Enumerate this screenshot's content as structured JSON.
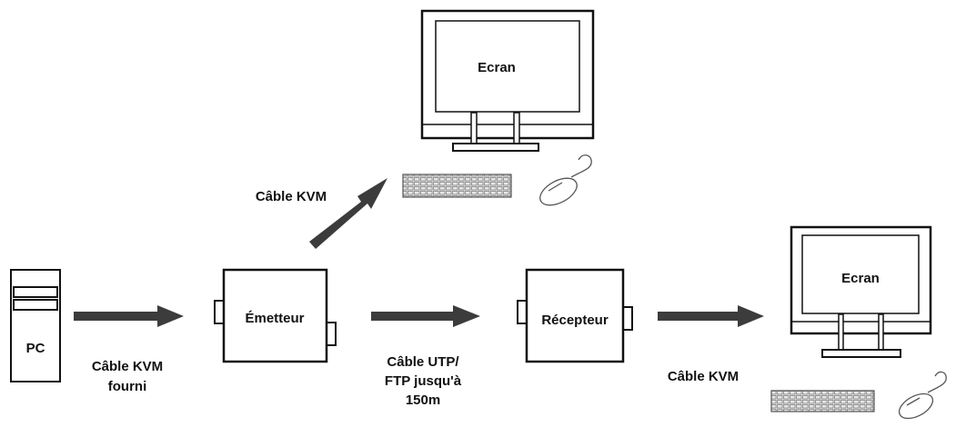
{
  "labels": {
    "monitor_top": "Ecran",
    "monitor_right": "Ecran",
    "pc": "PC",
    "transmitter": "Émetteur",
    "receiver": "Récepteur",
    "cable_kvm_up": "Câble KVM",
    "cable_kvm_supplied": [
      "Câble KVM",
      "fourni"
    ],
    "cable_utp": [
      "Câble UTP/",
      "FTP jusqu'à",
      "150m"
    ],
    "cable_kvm_right": "Câble KVM"
  },
  "colors": {
    "stroke": "#111111",
    "arrow": "#3c3c3c",
    "screen_fill": "#ffffff",
    "keyboard_fill": "#d9d9d9"
  },
  "icons": [
    "monitor-icon",
    "keyboard-icon",
    "mouse-icon",
    "pc-tower-icon"
  ]
}
